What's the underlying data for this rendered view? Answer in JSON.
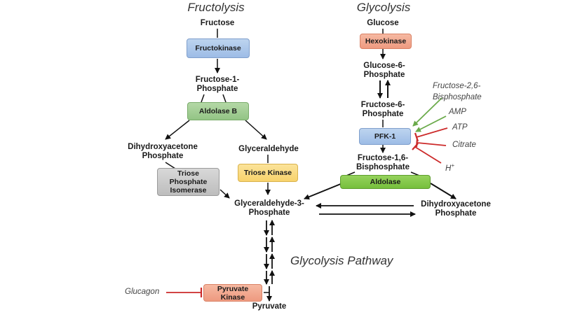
{
  "headings": {
    "fructolysis": "Fructolysis",
    "glycolysis": "Glycolysis",
    "pathway": "Glycolysis Pathway"
  },
  "molecules": {
    "fructose": "Fructose",
    "fructose_1_phosphate": [
      "Fructose-1-",
      "Phosphate"
    ],
    "dhap_left": [
      "Dihydroxyacetone",
      "Phosphate"
    ],
    "glyceraldehyde": "Glyceraldehyde",
    "glyceraldehyde_3_phosphate": [
      "Glyceraldehyde-3-",
      "Phosphate"
    ],
    "pyruvate": "Pyruvate",
    "glucose": "Glucose",
    "glucose_6_phosphate": [
      "Glucose-6-",
      "Phosphate"
    ],
    "fructose_6_phosphate": [
      "Fructose-6-",
      "Phosphate"
    ],
    "fructose_1_6_bisphosphate": [
      "Fructose-1,6-",
      "Bisphosphate"
    ],
    "dhap_right": [
      "Dihydroxyacetone",
      "Phosphate"
    ]
  },
  "enzymes": {
    "fructokinase": "Fructokinase",
    "aldolase_b": "Aldolase B",
    "triose_phosphate_isomerase": [
      "Triose",
      "Phosphate",
      "Isomerase"
    ],
    "triose_kinase": "Triose Kinase",
    "pyruvate_kinase": [
      "Pyruvate",
      "Kinase"
    ],
    "hexokinase": "Hexokinase",
    "pfk1": "PFK-1",
    "aldolase": "Aldolase"
  },
  "regulators": {
    "fructose_2_6_bisphosphate": [
      "Fructose-2,6-",
      "Bisphosphate"
    ],
    "amp": "AMP",
    "atp": "ATP",
    "citrate": "Citrate",
    "h_plus": "H",
    "h_plus_sup": "+",
    "glucagon": "Glucagon"
  },
  "colors": {
    "activator": "#6aaa4a",
    "inhibitor": "#cc2a2a",
    "arrow": "#111111"
  }
}
